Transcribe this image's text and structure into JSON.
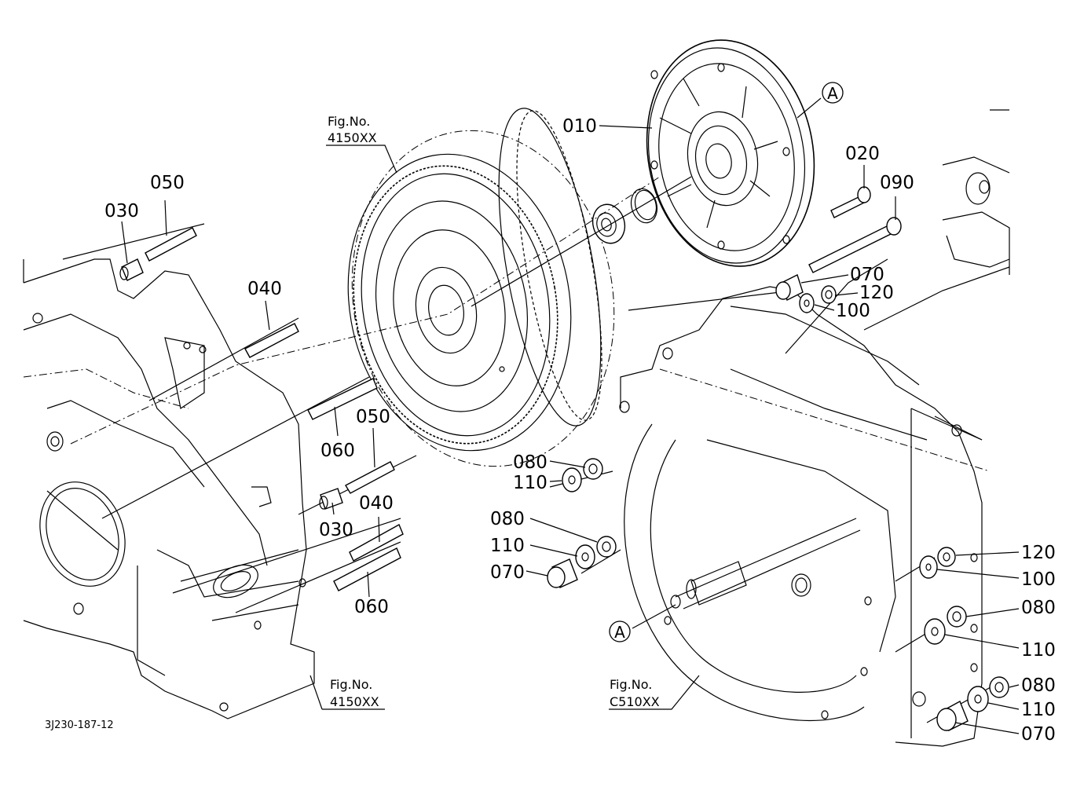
{
  "diagram": {
    "type": "exploded-parts-diagram",
    "drawing_code": "3J230-187-12",
    "figure_refs": [
      {
        "id": "fig-top",
        "line1": "Fig.No.",
        "line2": "4150XX"
      },
      {
        "id": "fig-bottom-left",
        "line1": "Fig.No.",
        "line2": "4150XX"
      },
      {
        "id": "fig-bottom-right",
        "line1": "Fig.No.",
        "line2": "C510XX"
      }
    ],
    "reference_marks": [
      {
        "id": "ref-a-top",
        "text": "A"
      },
      {
        "id": "ref-a-bottom",
        "text": "A"
      }
    ],
    "callouts": [
      {
        "id": "c010",
        "text": "010",
        "part": "damper-disc"
      },
      {
        "id": "c020",
        "text": "020",
        "part": "bolt"
      },
      {
        "id": "c090",
        "text": "090",
        "part": "long-bolt"
      },
      {
        "id": "c070a",
        "text": "070",
        "part": "collar"
      },
      {
        "id": "c120a",
        "text": "120",
        "part": "nut"
      },
      {
        "id": "c100a",
        "text": "100",
        "part": "washer"
      },
      {
        "id": "c050a",
        "text": "050",
        "part": "stud"
      },
      {
        "id": "c030a",
        "text": "030",
        "part": "pipe-pin"
      },
      {
        "id": "c040a",
        "text": "040",
        "part": "stud"
      },
      {
        "id": "c060a",
        "text": "060",
        "part": "stud"
      },
      {
        "id": "c050b",
        "text": "050",
        "part": "stud"
      },
      {
        "id": "c030b",
        "text": "030",
        "part": "pipe-pin"
      },
      {
        "id": "c040b",
        "text": "040",
        "part": "stud"
      },
      {
        "id": "c060b",
        "text": "060",
        "part": "stud"
      },
      {
        "id": "c080a",
        "text": "080",
        "part": "nut"
      },
      {
        "id": "c110a",
        "text": "110",
        "part": "washer"
      },
      {
        "id": "c080b",
        "text": "080",
        "part": "nut"
      },
      {
        "id": "c110b",
        "text": "110",
        "part": "washer"
      },
      {
        "id": "c070b",
        "text": "070",
        "part": "collar"
      },
      {
        "id": "c120b",
        "text": "120",
        "part": "nut"
      },
      {
        "id": "c100b",
        "text": "100",
        "part": "washer"
      },
      {
        "id": "c080c",
        "text": "080",
        "part": "nut"
      },
      {
        "id": "c110c",
        "text": "110",
        "part": "washer"
      },
      {
        "id": "c080d",
        "text": "080",
        "part": "nut"
      },
      {
        "id": "c110d",
        "text": "110",
        "part": "washer"
      },
      {
        "id": "c070c",
        "text": "070",
        "part": "collar"
      }
    ]
  }
}
